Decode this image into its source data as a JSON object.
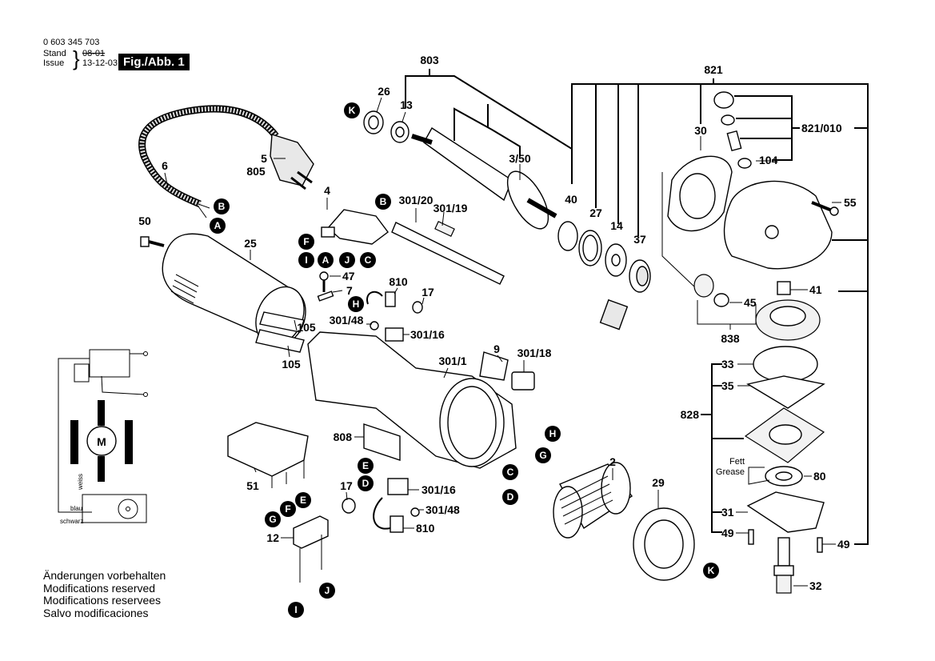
{
  "header": {
    "part_number": "0 603 345 703",
    "stand_label": "Stand",
    "issue_label": "Issue",
    "old_date": "08-01",
    "new_date": "13-12-03",
    "figure_label": "Fig./Abb. 1"
  },
  "notes": [
    "Änderungen vorbehalten",
    "Modifications reserved",
    "Modifications reservees",
    "Salvo modificaciones"
  ],
  "wiring": {
    "motor_label": "M",
    "wire_weiss": "weiss",
    "wire_blau": "blau",
    "wire_schwarz": "schwarz"
  },
  "grease_note": {
    "line1": "Fett",
    "line2": "Grease"
  },
  "part_labels": {
    "p803": "803",
    "p26": "26",
    "p13": "13",
    "p3_50": "3/50",
    "p821": "821",
    "p30": "30",
    "p821_010": "821/010",
    "p104": "104",
    "p55": "55",
    "p40": "40",
    "p27": "27",
    "p14": "14",
    "p37": "37",
    "p6": "6",
    "p5": "5",
    "p805": "805",
    "p50": "50",
    "p25": "25",
    "p4": "4",
    "p301_20": "301/20",
    "p301_19": "301/19",
    "p47": "47",
    "p7": "7",
    "p810a": "810",
    "p17a": "17",
    "p301_48a": "301/48",
    "p301_16a": "301/16",
    "p105a": "105",
    "p105b": "105",
    "p9": "9",
    "p301_18": "301/18",
    "p301_1": "301/1",
    "p41": "41",
    "p45": "45",
    "p838": "838",
    "p33": "33",
    "p35": "35",
    "p828": "828",
    "p80": "80",
    "p31": "31",
    "p49a": "49",
    "p49b": "49",
    "p32": "32",
    "p808": "808",
    "p2": "2",
    "p29": "29",
    "p51": "51",
    "p12": "12",
    "p17b": "17",
    "p301_16b": "301/16",
    "p301_48b": "301/48",
    "p810b": "810"
  },
  "connectors": {
    "K1": "K",
    "B1": "B",
    "A1": "A",
    "B2": "B",
    "F1": "F",
    "I1": "I",
    "A2": "A",
    "J1": "J",
    "C1": "C",
    "H1": "H",
    "E1": "E",
    "D1": "D",
    "H2": "H",
    "G2": "G",
    "C2": "C",
    "D2": "D",
    "G1": "G",
    "F2": "F",
    "E2": "E",
    "J2": "J",
    "I2": "I",
    "K2": "K"
  }
}
